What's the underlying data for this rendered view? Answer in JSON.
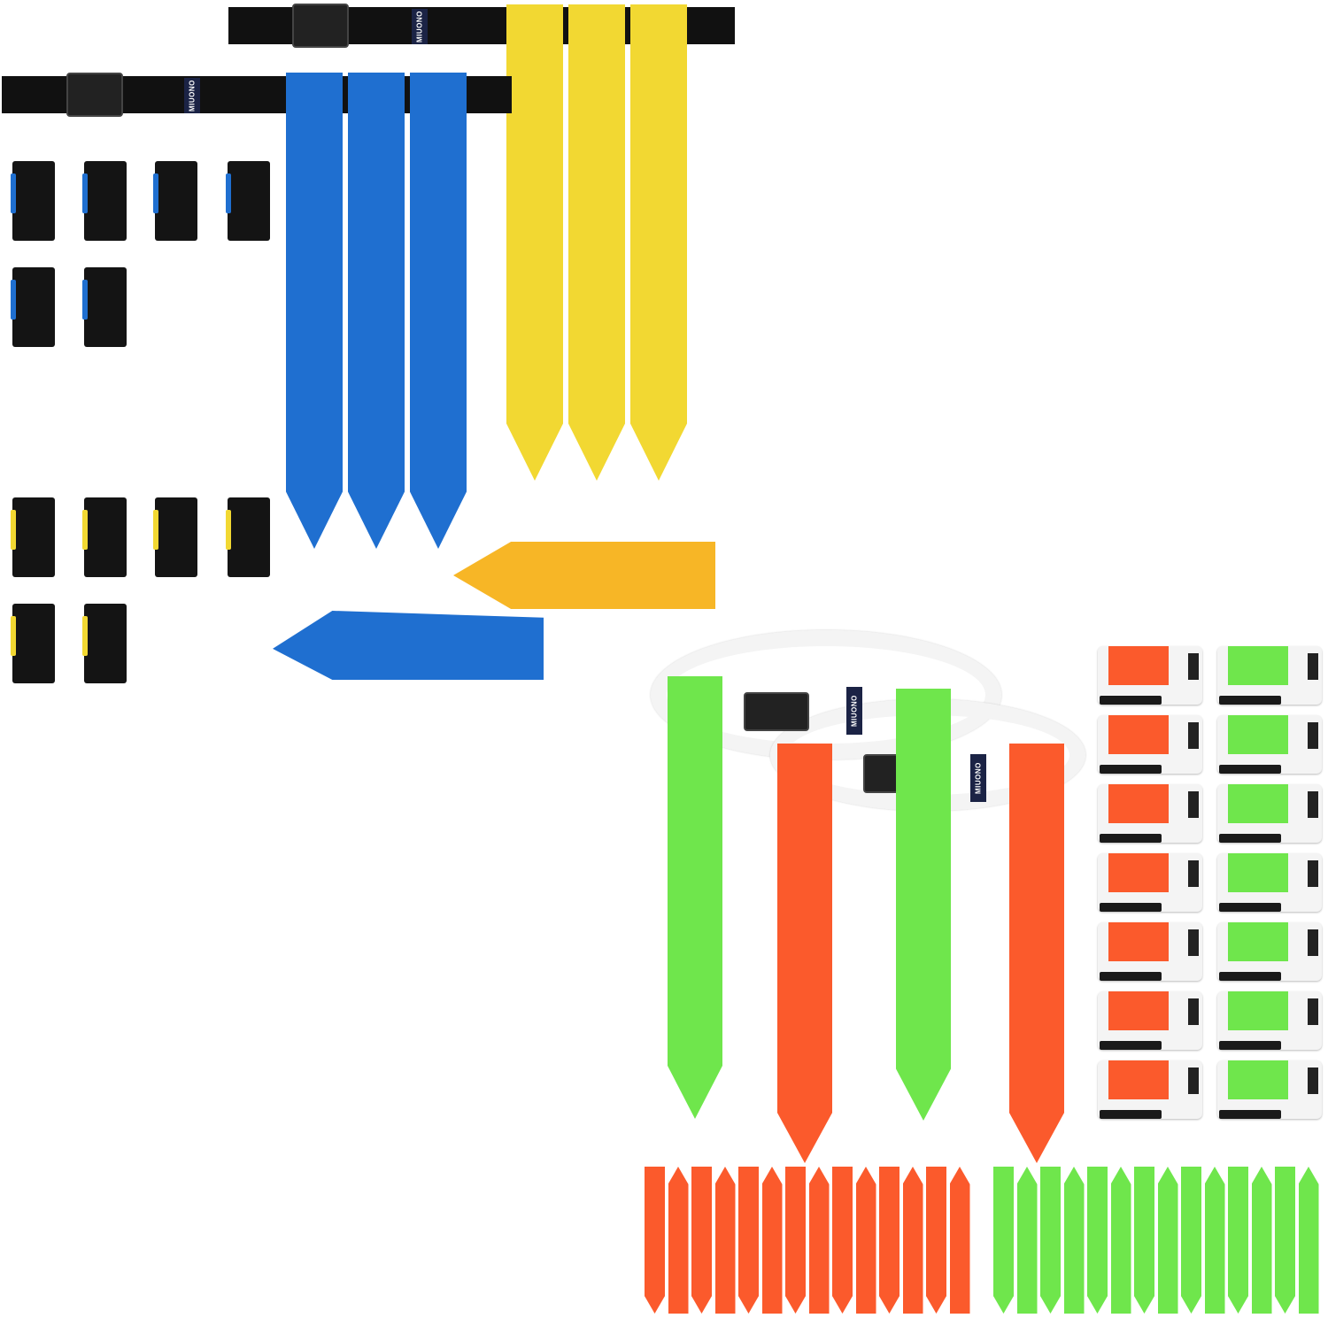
{
  "image": {
    "description": "Flag football belt sets product photo",
    "brand": "MIUONO"
  },
  "colors": {
    "blue": "#1f6fd0",
    "yellow": "#f2d832",
    "yellow_bundle": "#f7b626",
    "green": "#6fe64c",
    "orange": "#fb5a2c",
    "black_belt": "#111111",
    "white_belt": "#f4f4f4",
    "logo_bg": "#1b2345"
  },
  "sets": [
    {
      "name": "black-belt-set",
      "belts": 2,
      "flag_colors": [
        "blue",
        "yellow"
      ],
      "flags_per_belt": 3,
      "clips": {
        "blue": 6,
        "yellow": 6
      }
    },
    {
      "name": "white-belt-set",
      "belts": 2,
      "flag_colors": [
        "green",
        "orange"
      ],
      "flags_per_belt": 2,
      "clips": {
        "orange": 7,
        "green": 7
      },
      "loose_flags": {
        "orange": 14,
        "green": 14
      }
    }
  ],
  "logo_text": "MIUONO"
}
